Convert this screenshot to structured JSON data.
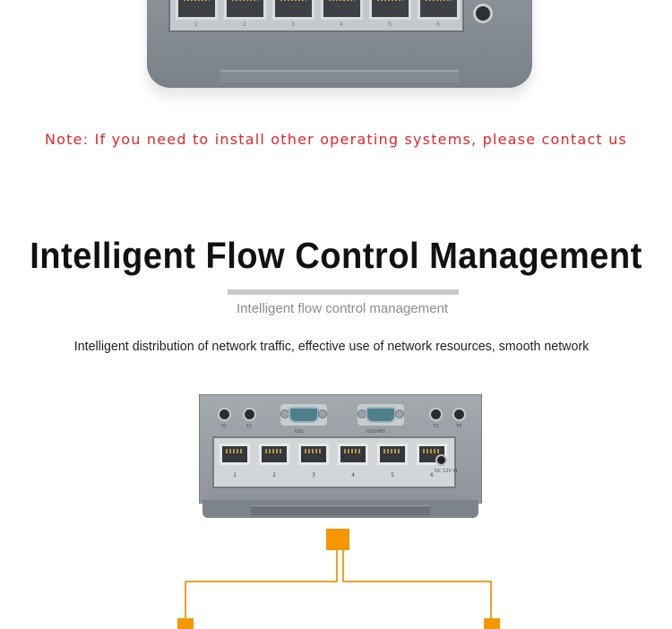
{
  "note": {
    "text": "Note: If you need to install other operating systems, please contact us",
    "color": "#e32525"
  },
  "section": {
    "title": "Intelligent Flow Control Management",
    "subtitle": "Intelligent flow control management",
    "description": "Intelligent distribution of network traffic, effective use of network resources, smooth network"
  },
  "top_device": {
    "port_labels": [
      "1",
      "2",
      "3",
      "4",
      "5",
      "6"
    ]
  },
  "device": {
    "com_labels": [
      "IOI1",
      "IOI2/485"
    ],
    "lan_labels": [
      "1",
      "2",
      "3",
      "4",
      "5",
      "6"
    ],
    "hole_labels": [
      "T1",
      "T2",
      "T3",
      "T4"
    ],
    "dc_label": "DC 12V IN"
  },
  "colors": {
    "flow_orange": "#f49700"
  }
}
